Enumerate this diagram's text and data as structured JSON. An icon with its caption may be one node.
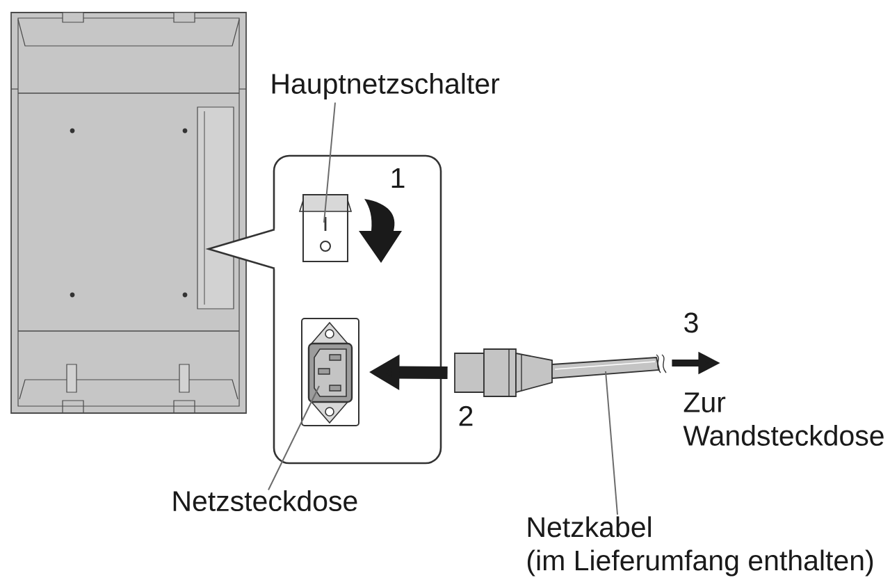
{
  "diagram": {
    "nodes": [
      {
        "text": [
          "Hauptnetzschalter"
        ]
      },
      {
        "text": [],
        "shape": "picture"
      },
      {
        "text": [],
        "shape": "picture"
      },
      {
        "text": [],
        "shape": "picture"
      },
      {
        "text": [
          "Netzsteckdose"
        ]
      },
      {
        "text": [
          "Netzkabel",
          "(im Lieferumfang enthalten)"
        ]
      }
    ],
    "edges": [
      {
        "from": 0,
        "to": 1,
        "arrow": "none"
      },
      {
        "from": 3,
        "to": 2,
        "arrow": "to",
        "style": "thick",
        "color": "#1c1c1c"
      },
      {
        "from": 3,
        "to": null,
        "arrow": "to",
        "style": "thick",
        "color": "#1c1c1c"
      },
      {
        "from": 4,
        "to": 2,
        "arrow": "none"
      },
      {
        "from": 5,
        "to": 3,
        "arrow": "none"
      }
    ],
    "labels": [
      "1",
      "2",
      "3",
      "Zur Wandsteckdose"
    ]
  }
}
